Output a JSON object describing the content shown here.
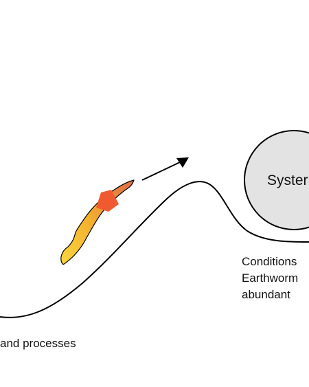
{
  "diagram": {
    "circle_label": "Syster",
    "conditions_lines": [
      "Conditions",
      "Earthworm",
      "abundant"
    ],
    "bottom_label": "and processes",
    "colors": {
      "line": "#000000",
      "circle_fill": "#e3e3e3",
      "worm_tail": "#f6c43a",
      "worm_head": "#e07a4a",
      "clitellum": "#ef5a30"
    },
    "icons": [
      "earthworm-icon",
      "arrow-right-icon"
    ]
  }
}
